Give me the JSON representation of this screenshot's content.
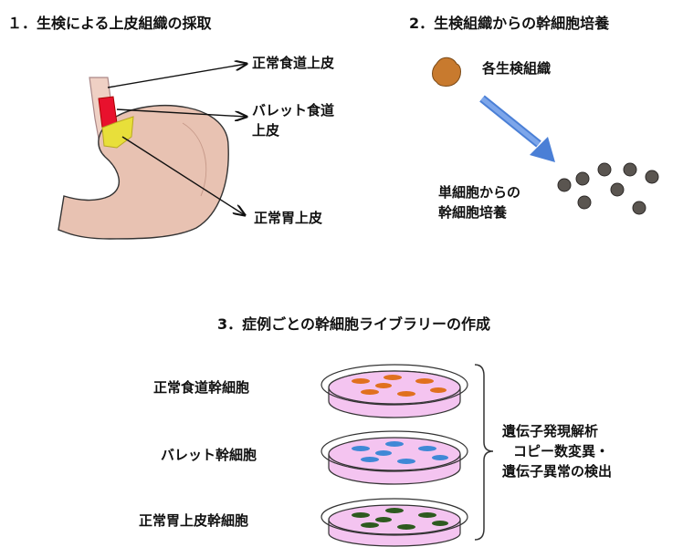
{
  "section1": {
    "title": "１．生検による上皮組織の採取",
    "labels": {
      "esophagus": "正常食道上皮",
      "barrett_line1": "バレット食道",
      "barrett_line2": "上皮",
      "stomach": "正常胃上皮"
    },
    "colors": {
      "stomach": "#e8c2b2",
      "barrett": "#e8112d",
      "junction": "#e8df3a",
      "esophagus": "#efd0c4"
    }
  },
  "section2": {
    "title": "2．生検組織からの幹細胞培養",
    "biopsy_label": "各生検組織",
    "culture_line1": "単細胞からの",
    "culture_line2": "幹細胞培養",
    "colors": {
      "tissue": "#c87a2e",
      "arrow": "#4a7fd6",
      "cell": "#5a5550"
    }
  },
  "section3": {
    "title": "3．症例ごとの幹細胞ライブラリーの作成",
    "dishes": [
      {
        "label": "正常食道幹細胞",
        "cell_color": "#e0701e"
      },
      {
        "label": "バレット幹細胞",
        "cell_color": "#3f88d6"
      },
      {
        "label": "正常胃上皮幹細胞",
        "cell_color": "#2d5a1f"
      }
    ],
    "analysis": [
      "遺伝子発現解析",
      "コピー数変異・",
      "遺伝子異常の検出"
    ],
    "colors": {
      "dish_fill": "#f4c4f0",
      "dish_rim": "#333333"
    }
  }
}
